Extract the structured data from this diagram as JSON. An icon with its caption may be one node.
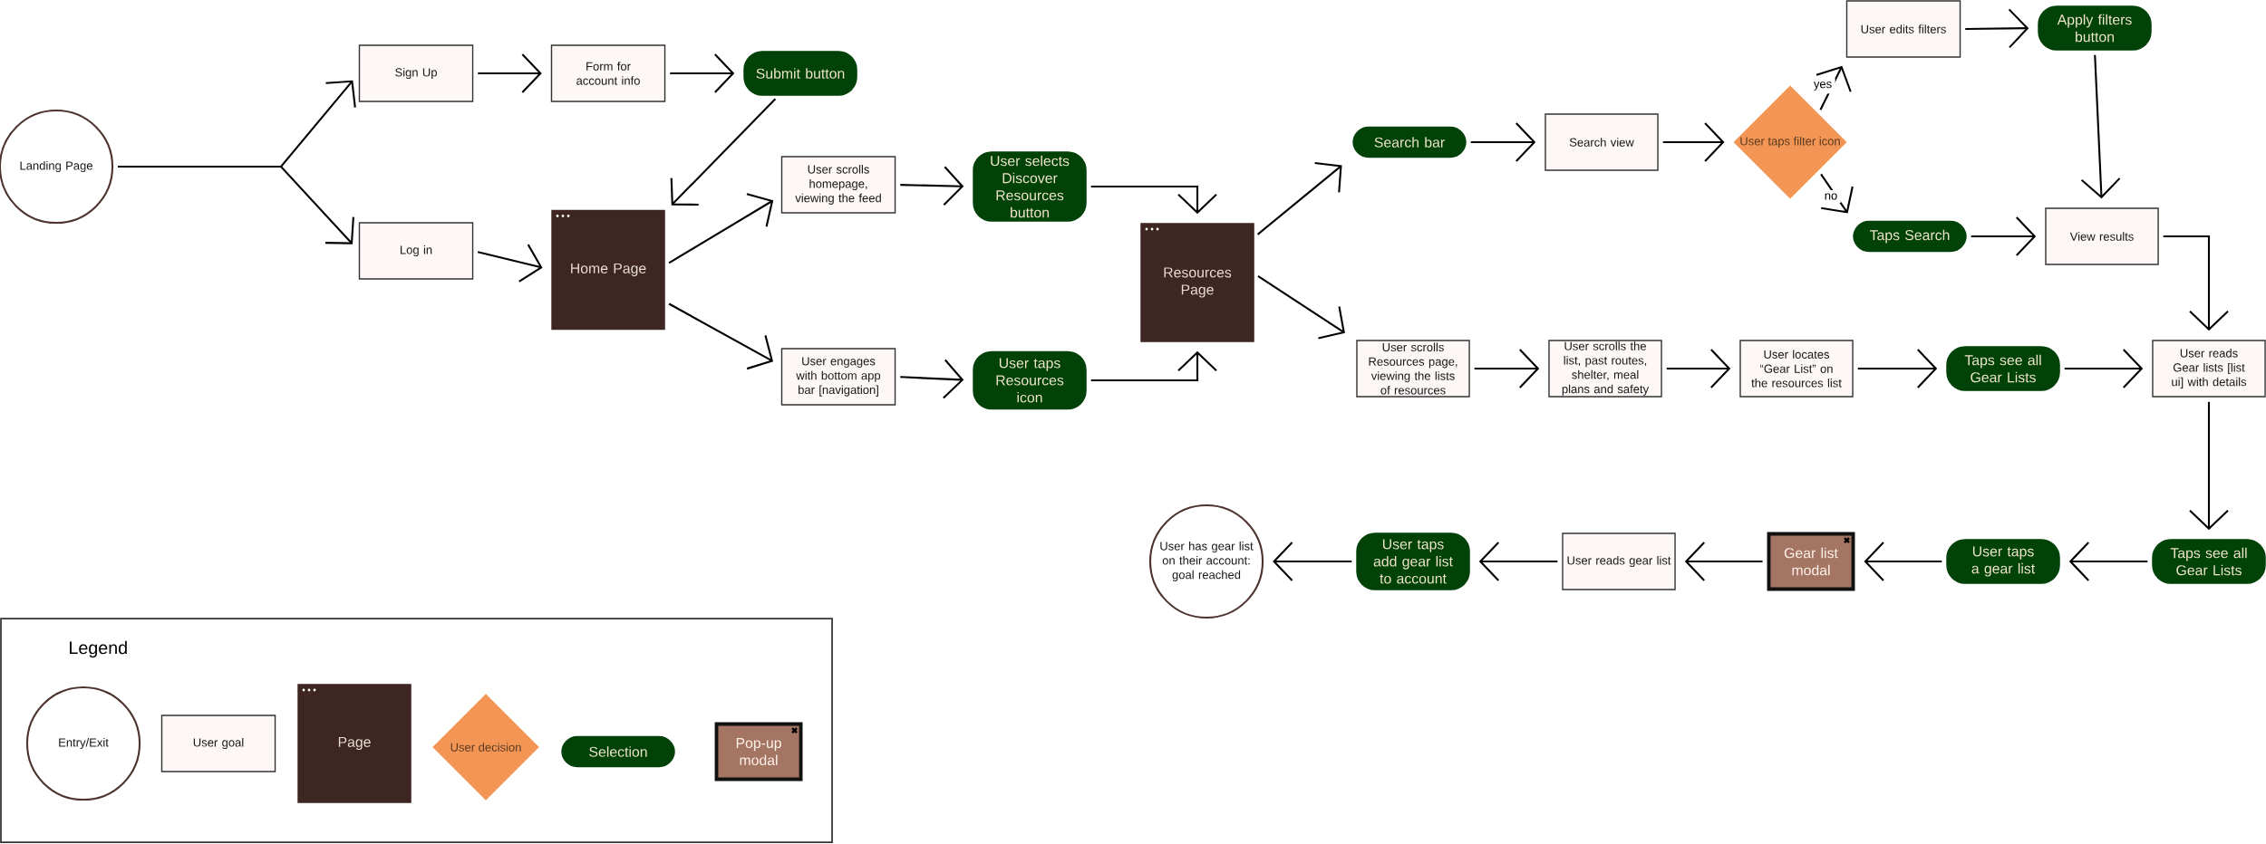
{
  "diagram": {
    "nodes": [
      {
        "text": [
          "Landing Page"
        ]
      },
      {
        "text": [
          "Sign Up"
        ]
      },
      {
        "text": [
          "Form for account info"
        ]
      },
      {
        "text": [
          "Submit button"
        ]
      },
      {
        "text": [
          "Log in"
        ]
      },
      {
        "text": [
          "Home Page"
        ]
      },
      {
        "text": [
          "User scrolls homepage, viewing the feed"
        ]
      },
      {
        "text": [
          "User engages with bottom app bar [navigation]"
        ]
      },
      {
        "text": [
          "User selects Discover Resources button"
        ]
      },
      {
        "text": [
          "User taps Resources icon"
        ]
      },
      {
        "text": [
          "Resources Page"
        ]
      },
      {
        "text": [
          "Search bar"
        ]
      },
      {
        "text": [
          "Search view"
        ]
      },
      {
        "text": [
          "User taps filter icon"
        ]
      },
      {
        "text": [
          "User edits filters"
        ]
      },
      {
        "text": [
          "Apply filters button"
        ]
      },
      {
        "text": [
          "Taps Search"
        ]
      },
      {
        "text": [
          "View results"
        ]
      },
      {
        "text": [
          "User scrolls Resources page, viewing the lists of resources"
        ]
      },
      {
        "text": [
          "User scrolls the list, past routes, shelter, meal plans and safety"
        ]
      },
      {
        "text": [
          "User locates “Gear List” on the resources list"
        ]
      },
      {
        "text": [
          "Taps see all Gear Lists"
        ]
      },
      {
        "text": [
          "User reads Gear lists [list ui] with details"
        ]
      },
      {
        "text": [
          "Taps see all Gear Lists"
        ]
      },
      {
        "text": [
          "User taps a gear list"
        ]
      },
      {
        "text": [
          "Gear list modal"
        ]
      },
      {
        "text": [
          "User reads gear list"
        ]
      },
      {
        "text": [
          "User taps add gear list to account"
        ]
      },
      {
        "text": [
          "User has gear list on their account: goal reached"
        ]
      }
    ],
    "edges": [
      {
        "from": 0,
        "to": 1,
        "arrow": "to"
      },
      {
        "from": 0,
        "to": 4,
        "arrow": "to"
      },
      {
        "from": 1,
        "to": 2,
        "arrow": "to"
      },
      {
        "from": 2,
        "to": 3,
        "arrow": "to"
      },
      {
        "from": 3,
        "to": 5,
        "arrow": "to"
      },
      {
        "from": 4,
        "to": 5,
        "arrow": "to"
      },
      {
        "from": 5,
        "to": 6,
        "arrow": "to"
      },
      {
        "from": 5,
        "to": 7,
        "arrow": "to"
      },
      {
        "from": 6,
        "to": 8,
        "arrow": "to"
      },
      {
        "from": 7,
        "to": 9,
        "arrow": "to"
      },
      {
        "from": 8,
        "to": 10,
        "arrow": "to"
      },
      {
        "from": 9,
        "to": 10,
        "arrow": "to"
      },
      {
        "from": 10,
        "to": 11,
        "arrow": "to"
      },
      {
        "from": 10,
        "to": 18,
        "arrow": "to"
      },
      {
        "from": 11,
        "to": 12,
        "arrow": "to"
      },
      {
        "from": 12,
        "to": 13,
        "arrow": "to"
      },
      {
        "from": 13,
        "to": 14,
        "arrow": "to",
        "label": "yes"
      },
      {
        "from": 13,
        "to": 16,
        "arrow": "to",
        "label": "no"
      },
      {
        "from": 14,
        "to": 15,
        "arrow": "to"
      },
      {
        "from": 15,
        "to": 17,
        "arrow": "to"
      },
      {
        "from": 16,
        "to": 17,
        "arrow": "to"
      },
      {
        "from": 17,
        "to": 22,
        "arrow": "to"
      },
      {
        "from": 18,
        "to": 19,
        "arrow": "to"
      },
      {
        "from": 19,
        "to": 20,
        "arrow": "to"
      },
      {
        "from": 20,
        "to": 21,
        "arrow": "to"
      },
      {
        "from": 21,
        "to": 22,
        "arrow": "to"
      },
      {
        "from": 22,
        "to": 23,
        "arrow": "to"
      },
      {
        "from": 23,
        "to": 24,
        "arrow": "to"
      },
      {
        "from": 24,
        "to": 25,
        "arrow": "to"
      },
      {
        "from": 25,
        "to": 26,
        "arrow": "to"
      },
      {
        "from": 26,
        "to": 27,
        "arrow": "to"
      },
      {
        "from": 27,
        "to": 28,
        "arrow": "to"
      }
    ],
    "labels": [
      "Legend"
    ],
    "legend": [
      {
        "text": "Entry/Exit",
        "color": "#4e342e"
      },
      {
        "text": "User goal",
        "color": "#fdf7f6"
      },
      {
        "text": "Page",
        "color": "#3e2723"
      },
      {
        "text": "User decision",
        "color": "#f39655"
      },
      {
        "text": "Selection",
        "color": "#004208"
      },
      {
        "text": "Pop-up modal",
        "color": "#a47562"
      }
    ]
  }
}
